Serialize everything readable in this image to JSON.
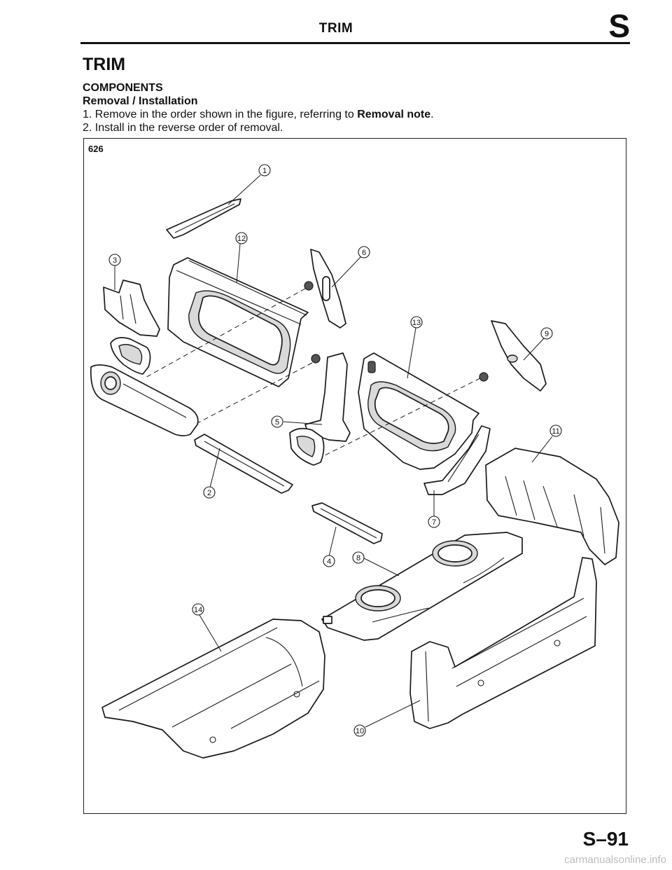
{
  "header": {
    "running_title": "TRIM",
    "section_letter": "S"
  },
  "page_heading": "TRIM",
  "subheading": "COMPONENTS",
  "procedure_title": "Removal / Installation",
  "steps": [
    {
      "number": "1.",
      "text_before": "Remove in the order shown in the figure, referring to",
      "emphasis": "Removal note",
      "text_after": "."
    },
    {
      "number": "2.",
      "text": "Install in the reverse order of removal."
    }
  ],
  "figure": {
    "model_label": "626",
    "callouts": [
      "1",
      "2",
      "3",
      "4",
      "5",
      "6",
      "7",
      "8",
      "9",
      "10",
      "11",
      "12",
      "13",
      "14"
    ]
  },
  "footer": {
    "page_number": "S–91",
    "watermark": "carmanualsonline.info"
  }
}
